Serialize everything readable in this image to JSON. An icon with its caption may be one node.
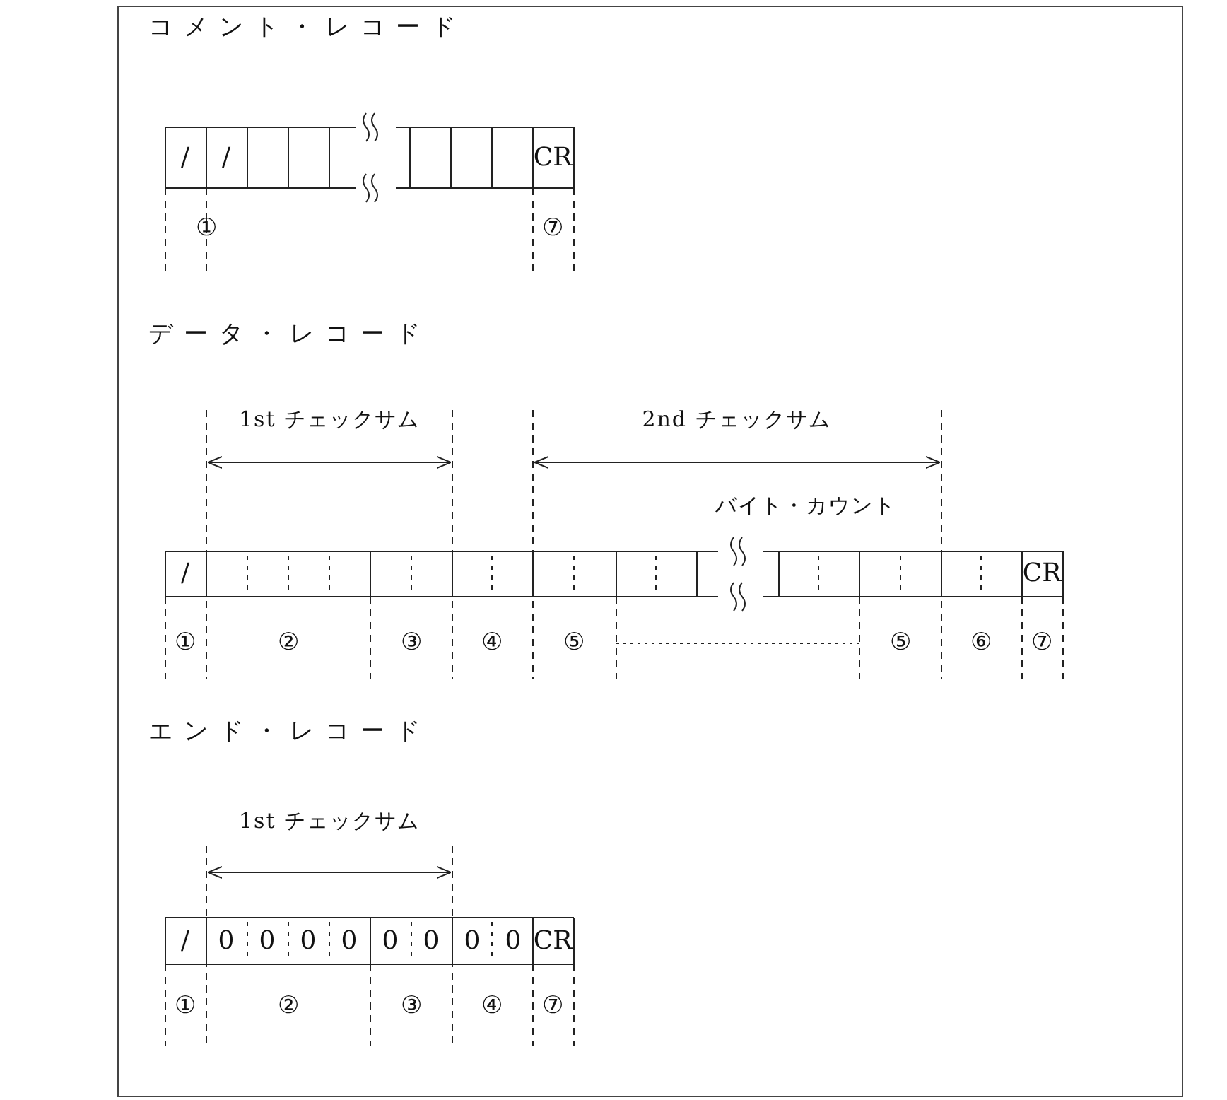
{
  "diagram": {
    "labels": [
      "コメント・レコード",
      "/",
      "/",
      "CR",
      "①",
      "⑦",
      "データ・レコード",
      "1st チェックサム",
      "2nd チェックサム",
      "バイト・カウント",
      "/",
      "CR",
      "①",
      "②",
      "③",
      "④",
      "⑤",
      "⑤",
      "⑥",
      "⑦",
      "エンド・レコード",
      "1st チェックサム",
      "/",
      "0",
      "0",
      "0",
      "0",
      "0",
      "0",
      "0",
      "0",
      "CR",
      "①",
      "②",
      "③",
      "④",
      "⑦"
    ]
  }
}
